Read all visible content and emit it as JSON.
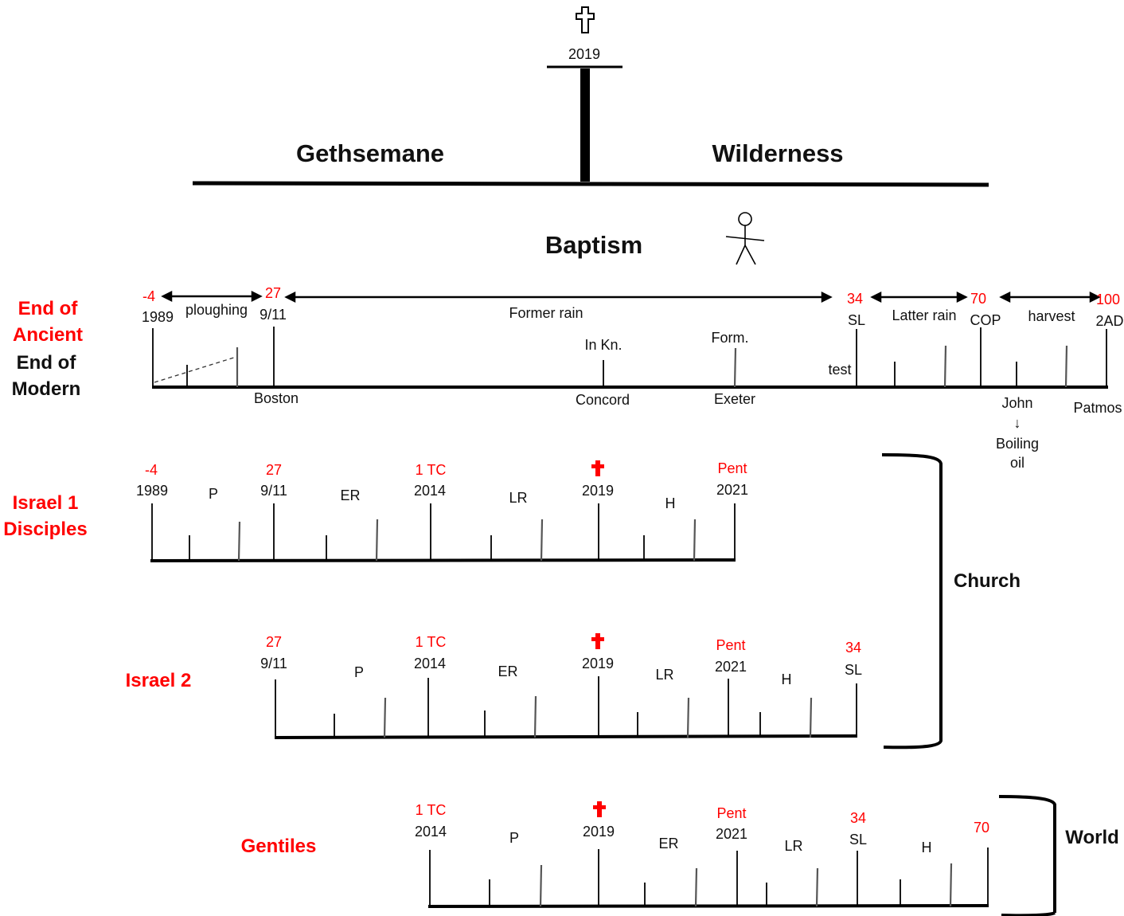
{
  "top": {
    "year": "2019",
    "left_label": "Gethsemane",
    "right_label": "Wilderness",
    "center_label": "Baptism",
    "cross_icon": "cross-icon",
    "figure_icon": "stick-figure-icon"
  },
  "rows": {
    "ancient": {
      "label_line1": "End of",
      "label_line2": "Ancient",
      "label_line3": "End of",
      "label_line4": "Modern",
      "red_neg4": "-4",
      "year_1989": "1989",
      "ploughing": "ploughing",
      "red_27": "27",
      "date_911": "9/11",
      "former_rain": "Former rain",
      "red_34": "34",
      "sl": "SL",
      "latter_rain": "Latter rain",
      "red_70": "70",
      "cop": "COP",
      "harvest": "harvest",
      "red_100": "100",
      "ad2": "2AD",
      "in_kn": "In Kn.",
      "form": "Form.",
      "test": "test",
      "boston": "Boston",
      "concord": "Concord",
      "exeter": "Exeter",
      "john": "John",
      "arrow": "↓",
      "boiling": "Boiling",
      "oil": "oil",
      "patmos": "Patmos"
    },
    "israel1": {
      "label_line1": "Israel 1",
      "label_line2": "Disciples",
      "red": [
        "-4",
        "27",
        "1 TC",
        "Pent"
      ],
      "years": [
        "1989",
        "9/11",
        "2014",
        "2019",
        "2021"
      ],
      "phases": [
        "P",
        "ER",
        "LR",
        "H"
      ]
    },
    "israel2": {
      "label": "Israel 2",
      "red": [
        "27",
        "1 TC",
        "Pent",
        "34"
      ],
      "years": [
        "9/11",
        "2014",
        "2019",
        "2021",
        "SL"
      ],
      "phases": [
        "P",
        "ER",
        "LR",
        "H"
      ]
    },
    "gentiles": {
      "label": "Gentiles",
      "red": [
        "1 TC",
        "Pent",
        "34",
        "70"
      ],
      "years": [
        "2014",
        "2019",
        "2021",
        "SL"
      ],
      "phases": [
        "P",
        "ER",
        "LR",
        "H"
      ]
    }
  },
  "brackets": {
    "church": "Church",
    "world": "World"
  },
  "colors": {
    "accent_red": "#ff0000",
    "ink": "#000000"
  }
}
